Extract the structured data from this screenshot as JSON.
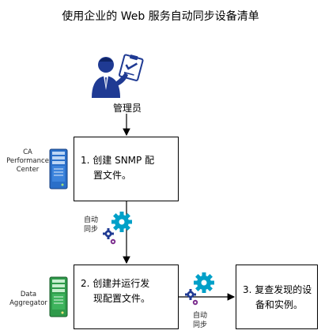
{
  "title": "使用企业的 Web 服务自动同步设备清单",
  "admin": {
    "label": "管理员"
  },
  "steps": [
    {
      "line1": "1. 创建 SNMP 配",
      "line2": "置文件。"
    },
    {
      "line1": "2. 创建并运行发",
      "line2": "现配置文件。"
    },
    {
      "line1": "3. 复查发现的设",
      "line2": "备和实例。"
    }
  ],
  "servers": [
    {
      "line1": "CA",
      "line2": "Performance",
      "line3": "Center"
    },
    {
      "line1": "Data",
      "line2": "Aggregator"
    }
  ],
  "sync_labels": [
    {
      "line1": "自动",
      "line2": "同步"
    },
    {
      "line1": "自动",
      "line2": "同步"
    }
  ],
  "colors": {
    "gear": "#00a0c8",
    "gear_small": "#1f3a93",
    "server_blue": "#2a6fc9",
    "server_green": "#2e9a4a",
    "person": "#1f3a93"
  }
}
